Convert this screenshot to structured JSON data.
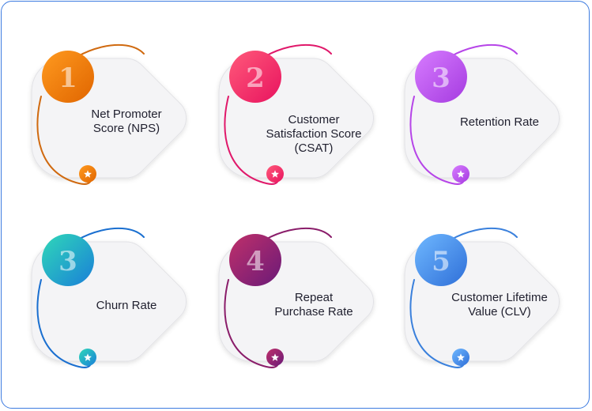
{
  "cards": [
    {
      "number": "1",
      "label_lines": [
        "Net Promoter",
        "Score (NPS)"
      ],
      "colors": [
        "#ff9a1f",
        "#e06500"
      ],
      "accent": "#d06a10"
    },
    {
      "number": "2",
      "label_lines": [
        "Customer",
        "Satisfaction Score",
        "(CSAT)"
      ],
      "colors": [
        "#ff5a7a",
        "#e8135f"
      ],
      "accent": "#e0186a"
    },
    {
      "number": "3",
      "label_lines": [
        "Retention Rate"
      ],
      "colors": [
        "#d77cff",
        "#a53be0"
      ],
      "accent": "#b645e8"
    },
    {
      "number": "3",
      "label_lines": [
        "Churn Rate"
      ],
      "colors": [
        "#2fd8b8",
        "#1a7fd8"
      ],
      "accent": "#1a6fd0"
    },
    {
      "number": "4",
      "label_lines": [
        "Repeat",
        "Purchase Rate"
      ],
      "colors": [
        "#c0306a",
        "#6a1a78"
      ],
      "accent": "#8a1d6a"
    },
    {
      "number": "5",
      "label_lines": [
        "Customer Lifetime",
        "Value (CLV)"
      ],
      "colors": [
        "#6fb8ff",
        "#2f6fd8"
      ],
      "accent": "#3a80dc"
    }
  ],
  "icons": {
    "badge": "star-icon"
  }
}
